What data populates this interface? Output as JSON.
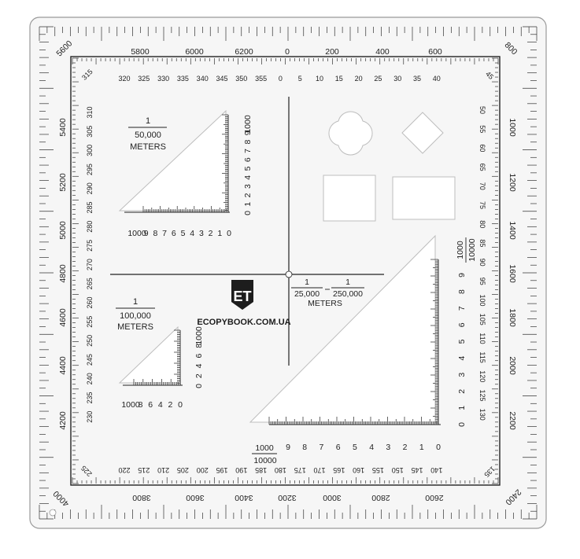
{
  "mils_outer": {
    "top": [
      "5800",
      "6000",
      "6200",
      "0",
      "200",
      "400",
      "600"
    ],
    "right": [
      "1000",
      "1200",
      "1400",
      "1600",
      "1800",
      "2000",
      "2200"
    ],
    "bottom": [
      "3800",
      "3600",
      "3400",
      "3200",
      "3000",
      "2800",
      "2600"
    ],
    "left": [
      "5400",
      "5200",
      "5000",
      "4800",
      "4600",
      "4400",
      "4200"
    ],
    "corners": [
      "5600",
      "800",
      "2400",
      "4000"
    ]
  },
  "degrees": {
    "top": [
      "320",
      "325",
      "330",
      "335",
      "340",
      "345",
      "350",
      "355",
      "0",
      "5",
      "10",
      "15",
      "20",
      "25",
      "30",
      "35",
      "40"
    ],
    "top_right_corner": "45",
    "right": [
      "50",
      "55",
      "60",
      "65",
      "70",
      "75",
      "80",
      "85",
      "90",
      "95",
      "100",
      "105",
      "110",
      "115",
      "120",
      "125",
      "130"
    ],
    "bottom_right_corner": "135",
    "bottom": [
      "220",
      "215",
      "210",
      "205",
      "200",
      "195",
      "190",
      "185",
      "180",
      "175",
      "170",
      "165",
      "160",
      "155",
      "150",
      "145",
      "140"
    ],
    "bottom_left_corner": "225",
    "left": [
      "310",
      "305",
      "300",
      "295",
      "290",
      "285",
      "280",
      "275",
      "270",
      "265",
      "260",
      "255",
      "250",
      "245",
      "240",
      "235",
      "230"
    ],
    "top_left_corner": "315"
  },
  "scales": {
    "s50k": {
      "fraction_top": "1",
      "fraction_bottom": "50,000",
      "unit": "METERS",
      "x_labels": [
        "1000",
        "9",
        "8",
        "7",
        "6",
        "5",
        "4",
        "3",
        "2",
        "1",
        "0"
      ],
      "y_labels": [
        "1000",
        "9",
        "8",
        "7",
        "6",
        "5",
        "4",
        "3",
        "2",
        "1",
        "0"
      ]
    },
    "s100k": {
      "fraction_top": "1",
      "fraction_bottom": "100,000",
      "unit": "METERS",
      "x_labels": [
        "1000",
        "8",
        "6",
        "4",
        "2",
        "0"
      ],
      "y_labels": [
        "1000",
        "8",
        "6",
        "4",
        "2",
        "0"
      ]
    },
    "s25k": {
      "a_top": "1",
      "a_bottom": "25,000",
      "b_top": "1",
      "b_bottom": "250,000",
      "unit": "METERS",
      "x_labels": [
        "9",
        "8",
        "7",
        "6",
        "5",
        "4",
        "3",
        "2",
        "1",
        "0"
      ],
      "y_labels": [
        "9",
        "8",
        "7",
        "6",
        "5",
        "4",
        "3",
        "2",
        "1",
        "0"
      ],
      "corner_1000": "1000",
      "corner_10000": "10000",
      "right_1000": "1000",
      "right_10000": "10000"
    }
  },
  "brand": {
    "logo": "ET",
    "name": "ECOPYBOOK.COM.UA"
  }
}
